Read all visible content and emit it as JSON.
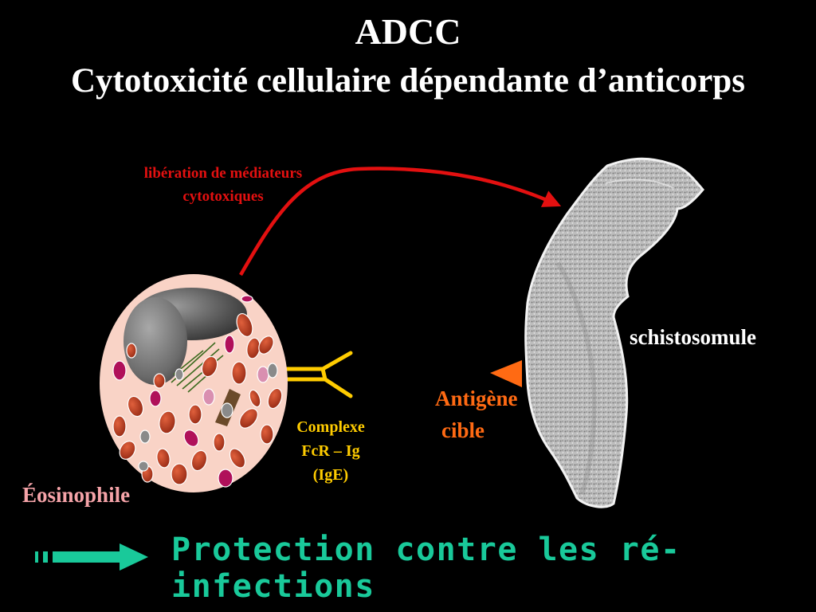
{
  "slide": {
    "title": "ADCC",
    "subtitle": "Cytotoxicité cellulaire dépendante d’anticorps"
  },
  "labels": {
    "mediators_line1": "libération de médiateurs",
    "mediators_line2": "cytotoxiques",
    "schistosomule": "schistosomule",
    "antigen_line1": "Antigène",
    "antigen_line2": "cible",
    "complexe_line1": "Complexe",
    "complexe_line2": "FcR – Ig",
    "complexe_line3": "(IgE)",
    "eosinophile": "Éosinophile",
    "protection": "Protection contre les ré-infections"
  },
  "colors": {
    "background": "#000000",
    "title": "#ffffff",
    "mediators_arrow": "#e31010",
    "antigen": "#ff6a13",
    "complexe": "#ffcc00",
    "eosinophile": "#f5a3a8",
    "protection": "#19c99a",
    "cell_body": "#f9d3c6",
    "granule": "#b8321d"
  }
}
